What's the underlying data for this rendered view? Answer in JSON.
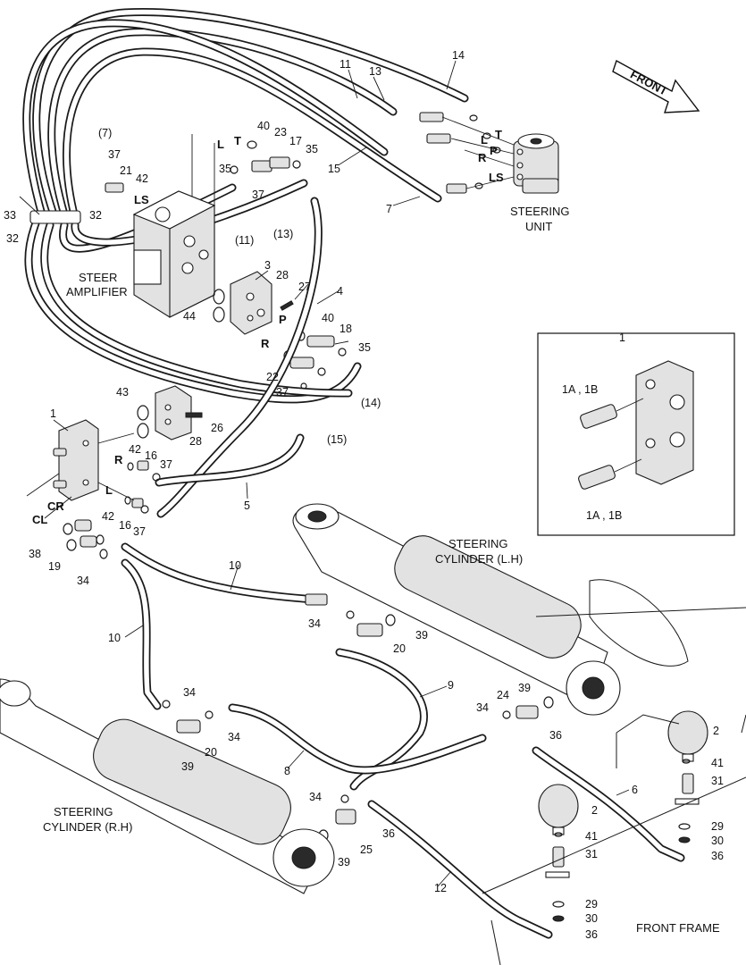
{
  "captions": {
    "front": "FRONT",
    "steering_unit": [
      "STEERING",
      "UNIT"
    ],
    "steer_amplifier": [
      "STEER",
      "AMPLIFIER"
    ],
    "steering_cylinder_lh": [
      "STEERING",
      "CYLINDER (L.H)"
    ],
    "steering_cylinder_rh": [
      "STEERING",
      "CYLINDER (R.H)"
    ],
    "front_frame": "FRONT FRAME"
  },
  "port_labels": {
    "t_top": "T",
    "l_top": "L",
    "p_top": "P",
    "r_top": "R",
    "ls_top": "LS",
    "l_amp": "L",
    "t_amp": "T",
    "ls_amp": "LS",
    "p_mid": "P",
    "r_mid": "R",
    "r_valve": "R",
    "l_valve": "L",
    "cr": "CR",
    "cl": "CL"
  },
  "inset": {
    "title": "1",
    "label_top": "1A , 1B",
    "label_bottom": "1A , 1B"
  },
  "callouts": [
    {
      "id": "c14",
      "text": "14"
    },
    {
      "id": "c11",
      "text": "11"
    },
    {
      "id": "c13",
      "text": "13"
    },
    {
      "id": "c7p",
      "text": "(7)"
    },
    {
      "id": "c40a",
      "text": "40"
    },
    {
      "id": "c23",
      "text": "23"
    },
    {
      "id": "c17",
      "text": "17"
    },
    {
      "id": "c35a",
      "text": "35"
    },
    {
      "id": "c37a",
      "text": "37"
    },
    {
      "id": "c21",
      "text": "21"
    },
    {
      "id": "c42a",
      "text": "42"
    },
    {
      "id": "c35b",
      "text": "35"
    },
    {
      "id": "c37b",
      "text": "37"
    },
    {
      "id": "c15",
      "text": "15"
    },
    {
      "id": "c7",
      "text": "7"
    },
    {
      "id": "c33",
      "text": "33"
    },
    {
      "id": "c32a",
      "text": "32"
    },
    {
      "id": "c32b",
      "text": "32"
    },
    {
      "id": "c11p",
      "text": "(11)"
    },
    {
      "id": "c13p",
      "text": "(13)"
    },
    {
      "id": "c3",
      "text": "3"
    },
    {
      "id": "c28a",
      "text": "28"
    },
    {
      "id": "c27",
      "text": "27"
    },
    {
      "id": "c4",
      "text": "4"
    },
    {
      "id": "c44",
      "text": "44"
    },
    {
      "id": "c40b",
      "text": "40"
    },
    {
      "id": "c18",
      "text": "18"
    },
    {
      "id": "c35c",
      "text": "35"
    },
    {
      "id": "c22",
      "text": "22"
    },
    {
      "id": "c37c",
      "text": "37"
    },
    {
      "id": "c14p",
      "text": "(14)"
    },
    {
      "id": "c15p",
      "text": "(15)"
    },
    {
      "id": "c43",
      "text": "43"
    },
    {
      "id": "c26",
      "text": "26"
    },
    {
      "id": "c28b",
      "text": "28"
    },
    {
      "id": "c1",
      "text": "1"
    },
    {
      "id": "c42b",
      "text": "42"
    },
    {
      "id": "c16a",
      "text": "16"
    },
    {
      "id": "c37d",
      "text": "37"
    },
    {
      "id": "c42c",
      "text": "42"
    },
    {
      "id": "c16b",
      "text": "16"
    },
    {
      "id": "c37e",
      "text": "37"
    },
    {
      "id": "c5",
      "text": "5"
    },
    {
      "id": "c38",
      "text": "38"
    },
    {
      "id": "c19",
      "text": "19"
    },
    {
      "id": "c34a",
      "text": "34"
    },
    {
      "id": "c10a",
      "text": "10"
    },
    {
      "id": "c10b",
      "text": "10"
    },
    {
      "id": "c34b",
      "text": "34"
    },
    {
      "id": "c20a",
      "text": "20"
    },
    {
      "id": "c39a",
      "text": "39"
    },
    {
      "id": "c9",
      "text": "9"
    },
    {
      "id": "c24",
      "text": "24"
    },
    {
      "id": "c39b",
      "text": "39"
    },
    {
      "id": "c34c",
      "text": "34"
    },
    {
      "id": "c36a",
      "text": "36"
    },
    {
      "id": "c34d",
      "text": "34"
    },
    {
      "id": "c34e",
      "text": "34"
    },
    {
      "id": "c20b",
      "text": "20"
    },
    {
      "id": "c39c",
      "text": "39"
    },
    {
      "id": "c8",
      "text": "8"
    },
    {
      "id": "c2a",
      "text": "2"
    },
    {
      "id": "c41a",
      "text": "41"
    },
    {
      "id": "c31a",
      "text": "31"
    },
    {
      "id": "c6",
      "text": "6"
    },
    {
      "id": "c29a",
      "text": "29"
    },
    {
      "id": "c30a",
      "text": "30"
    },
    {
      "id": "c36b",
      "text": "36"
    },
    {
      "id": "c34f",
      "text": "34"
    },
    {
      "id": "c36c",
      "text": "36"
    },
    {
      "id": "c25",
      "text": "25"
    },
    {
      "id": "c39d",
      "text": "39"
    },
    {
      "id": "c2b",
      "text": "2"
    },
    {
      "id": "c41b",
      "text": "41"
    },
    {
      "id": "c31b",
      "text": "31"
    },
    {
      "id": "c12",
      "text": "12"
    },
    {
      "id": "c29b",
      "text": "29"
    },
    {
      "id": "c30b",
      "text": "30"
    },
    {
      "id": "c36d",
      "text": "36"
    }
  ]
}
